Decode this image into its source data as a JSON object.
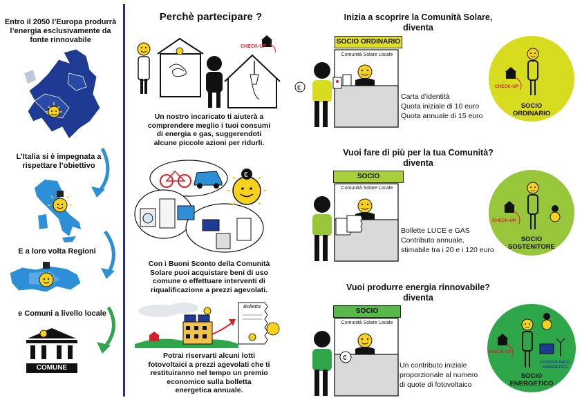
{
  "left": {
    "intro": [
      "Entro il 2050 l’Europa produrrà",
      "l’energia esclusivamente da",
      "fonte rinnovabile"
    ],
    "italy": [
      "L’Italia si è impegnata a",
      "rispettare l’obiettivo"
    ],
    "regions": "E a loro volta Regioni",
    "municipalities": "e Comuni a livello locale",
    "comune_label": "COMUNE"
  },
  "middle": {
    "title": "Perchè partecipare ?",
    "checkup_label": "CHECK-UP",
    "block1": [
      "Un nostro incaricato ti aiuterà a",
      "comprendere meglio i tuoi consumi",
      "di energia e gas, suggerendoti",
      "alcune piccole azioni per ridurli."
    ],
    "block2": [
      "Con i Buoni Sconto della Comunità",
      "Solare puoi acquistare beni di uso",
      "comune o effettuare interventi di",
      "riqualificazione a prezzi agevolati."
    ],
    "bolletta_label": "Bolletta",
    "block3": [
      "Potrai riservarti alcuni lotti",
      "fotovoltaici a prezzi agevolati che ti",
      "restituiranno nel tempo un premio",
      "economico sulla bolletta",
      "energetica annuale."
    ]
  },
  "right": {
    "desk_label": "Comunità Solare Locale",
    "sections": [
      {
        "heading_pre": "Inizia a scoprire la ",
        "heading_bold": "Comunità Solare,",
        "heading_line2": "diventa",
        "tag": "SOCIO ORDINARIO",
        "tag_color": "#e2e01c",
        "info": [
          "Carta d’identità",
          "Quota iniziale di 10 euro",
          "Quota annuale di 15 euro"
        ],
        "circle_color": "#d7dc1f",
        "circle_label": [
          "SOCIO",
          "ORDINARIO"
        ],
        "checkup": "CHECK-UP"
      },
      {
        "heading_pre": "Vuoi fare di più per la tua ",
        "heading_bold": "Comunità?",
        "heading_line2": "diventa",
        "tag": "SOCIO SOSTENITORE",
        "tag_color": "#a9cf3a",
        "info": [
          "Bollette LUCE e GAS",
          "Contributo annuale,",
          "stimabile tra i 20 e i 120 euro"
        ],
        "circle_color": "#98c63b",
        "circle_label": [
          "SOCIO",
          "SOSTENITORE"
        ],
        "checkup": "CHECK-UP"
      },
      {
        "heading_pre": "Vuoi produrre ",
        "heading_bold": "energia rinnovabile?",
        "heading_line2": "diventa",
        "tag": "SOCIO ENERGETICO",
        "tag_color": "#57b947",
        "info": [
          "Un contributo iniziale",
          "proporzionale al numero",
          "di quote di fotovoltaico"
        ],
        "circle_color": "#2ea64a",
        "circle_label": [
          "SOCIO",
          "ENERGETICO"
        ],
        "checkup": "CHECK-UP",
        "extra": [
          "FOTOVOLTAICO",
          "ENERGETICO"
        ]
      }
    ]
  },
  "colors": {
    "divider": "#2b2f7a",
    "arrow_blue": "#2d8fd6",
    "arrow_green": "#2ea64a",
    "sun": "#f7d21c",
    "europe": "#1f3a93"
  }
}
